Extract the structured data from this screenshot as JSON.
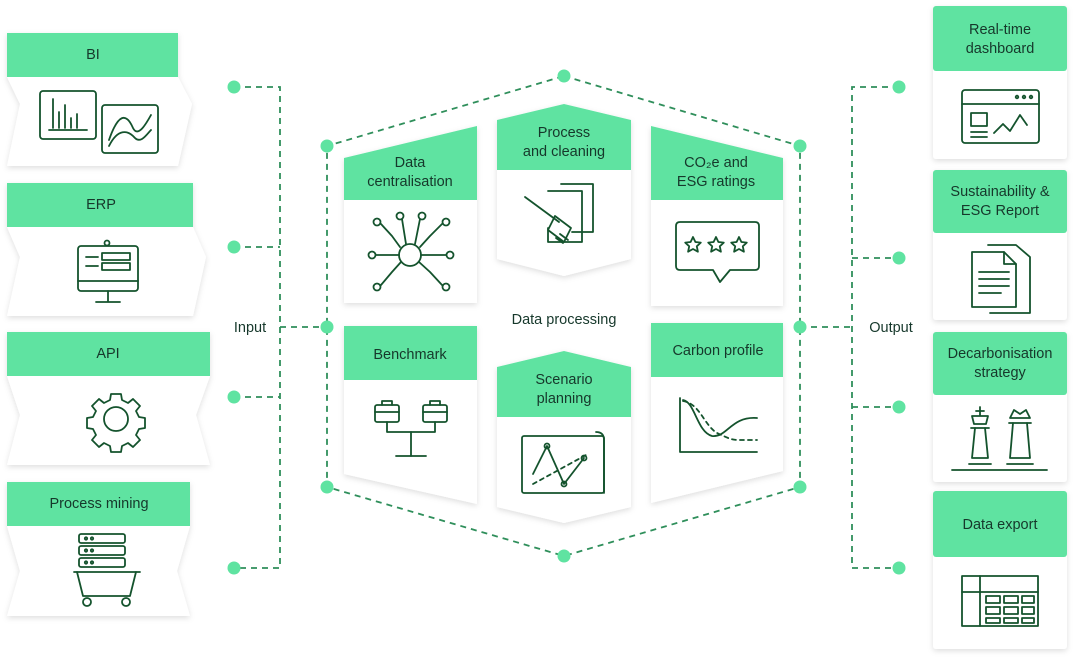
{
  "colors": {
    "accent": "#5FE3A1",
    "connector": "#2F8F5B",
    "dot": "#5FE3A1",
    "icon": "#14532d",
    "text": "#16382b",
    "card": "#ffffff"
  },
  "labels": {
    "input": "Input",
    "output": "Output",
    "processing": "Data processing"
  },
  "inputs": [
    {
      "title": "BI",
      "icon": "bar-chart-and-line-chart-icon"
    },
    {
      "title": "ERP",
      "icon": "monitor-dashboard-icon"
    },
    {
      "title": "API",
      "icon": "gear-icon"
    },
    {
      "title": "Process mining",
      "icon": "database-minecart-icon"
    }
  ],
  "processing": [
    {
      "title_lines": [
        "Data",
        "centralisation"
      ],
      "icon": "hub-network-icon"
    },
    {
      "title_lines": [
        "Process",
        "and cleaning"
      ],
      "icon": "documents-broom-icon"
    },
    {
      "title_lines": [
        "CO₂e and",
        "ESG ratings"
      ],
      "icon": "star-rating-icon"
    },
    {
      "title_lines": [
        "Benchmark"
      ],
      "icon": "briefcase-scale-icon"
    },
    {
      "title_lines": [
        "Scenario",
        "planning"
      ],
      "icon": "plan-map-icon"
    },
    {
      "title_lines": [
        "Carbon profile"
      ],
      "icon": "declining-curve-icon"
    }
  ],
  "outputs": [
    {
      "title_lines": [
        "Real-time",
        "dashboard"
      ],
      "icon": "browser-chart-icon"
    },
    {
      "title_lines": [
        "Sustainability &",
        "ESG Report"
      ],
      "icon": "report-document-icon"
    },
    {
      "title_lines": [
        "Decarbonisation",
        "strategy"
      ],
      "icon": "chess-pieces-icon"
    },
    {
      "title_lines": [
        "Data export"
      ],
      "icon": "spreadsheet-table-icon"
    }
  ]
}
